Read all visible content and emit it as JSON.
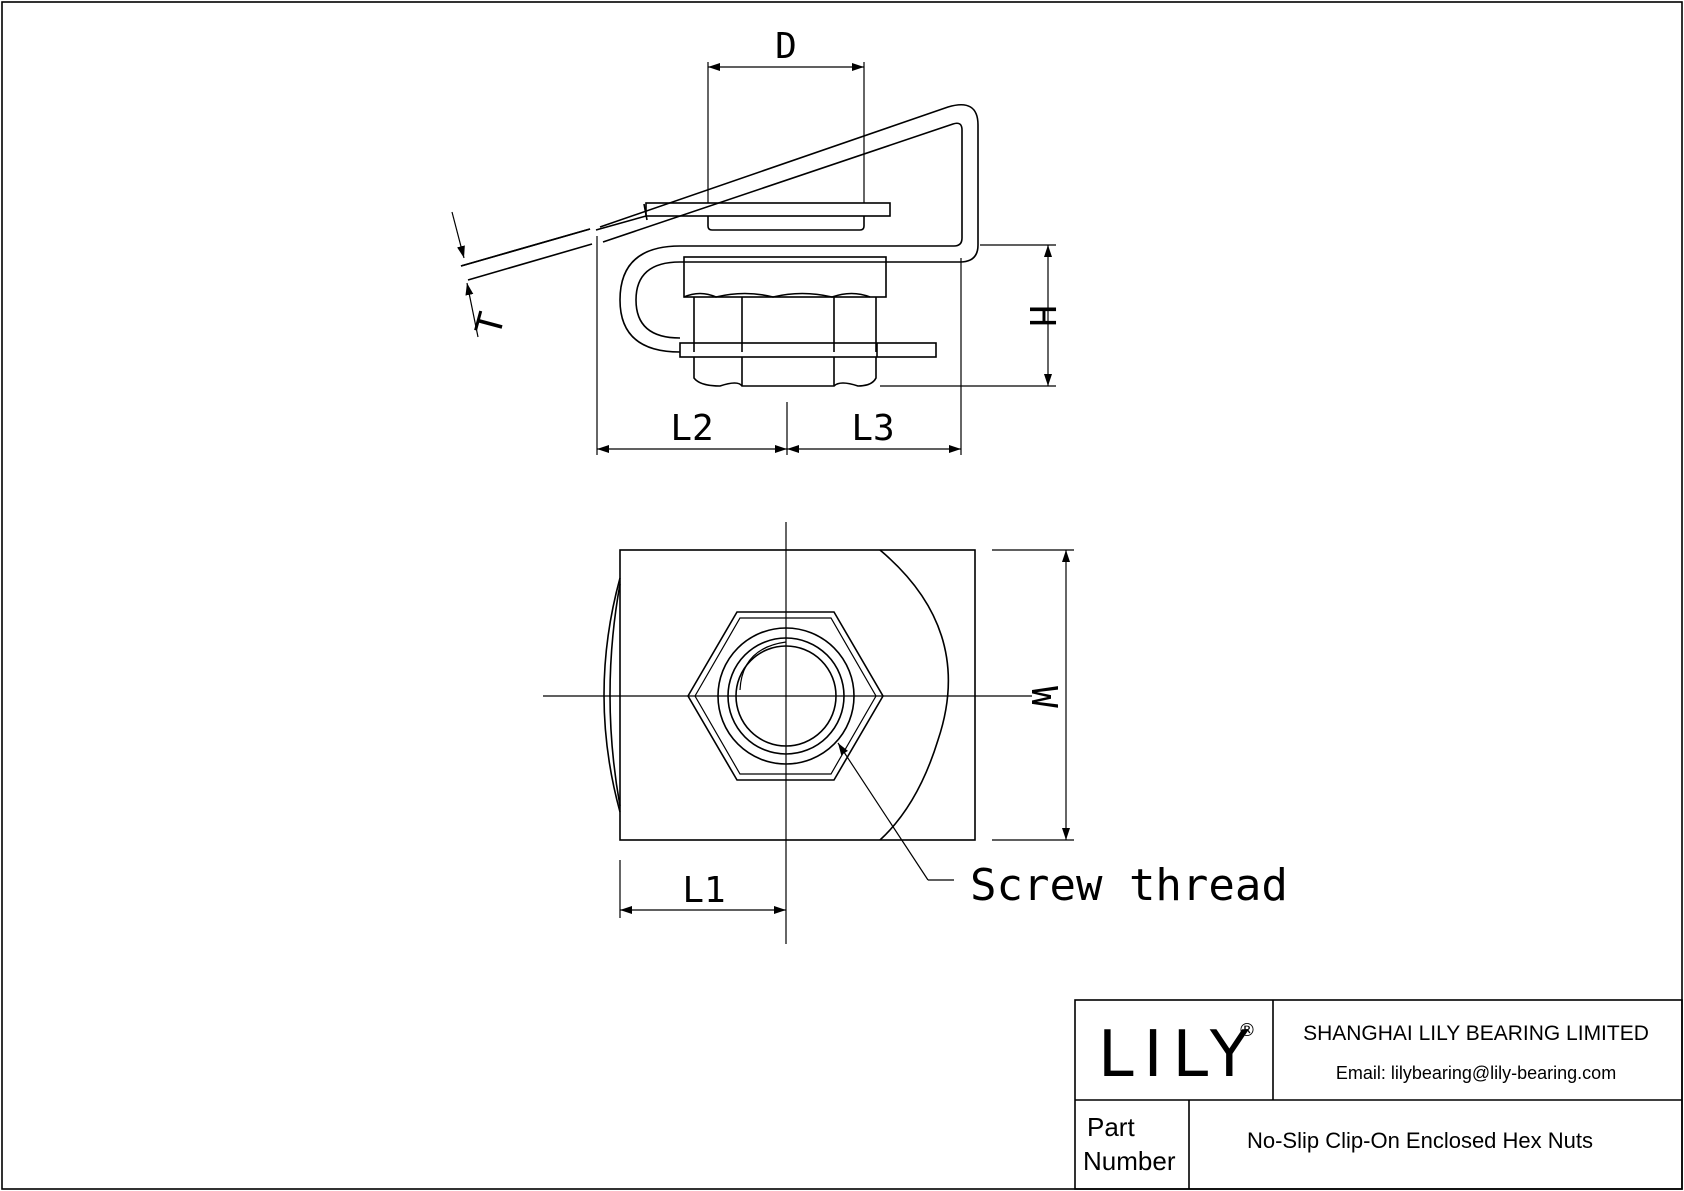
{
  "dimensions": {
    "d": "D",
    "t": "T",
    "h": "H",
    "l1": "L1",
    "l2": "L2",
    "l3": "L3",
    "w": "W"
  },
  "annotations": {
    "screw_thread": "Screw thread"
  },
  "title_block": {
    "logo": "LILY",
    "registered_mark": "®",
    "company": "SHANGHAI LILY BEARING LIMITED",
    "email": "Email: lilybearing@lily-bearing.com",
    "part_label_line1": "Part",
    "part_label_line2": "Number",
    "part_title": "No-Slip Clip-On Enclosed Hex Nuts"
  }
}
